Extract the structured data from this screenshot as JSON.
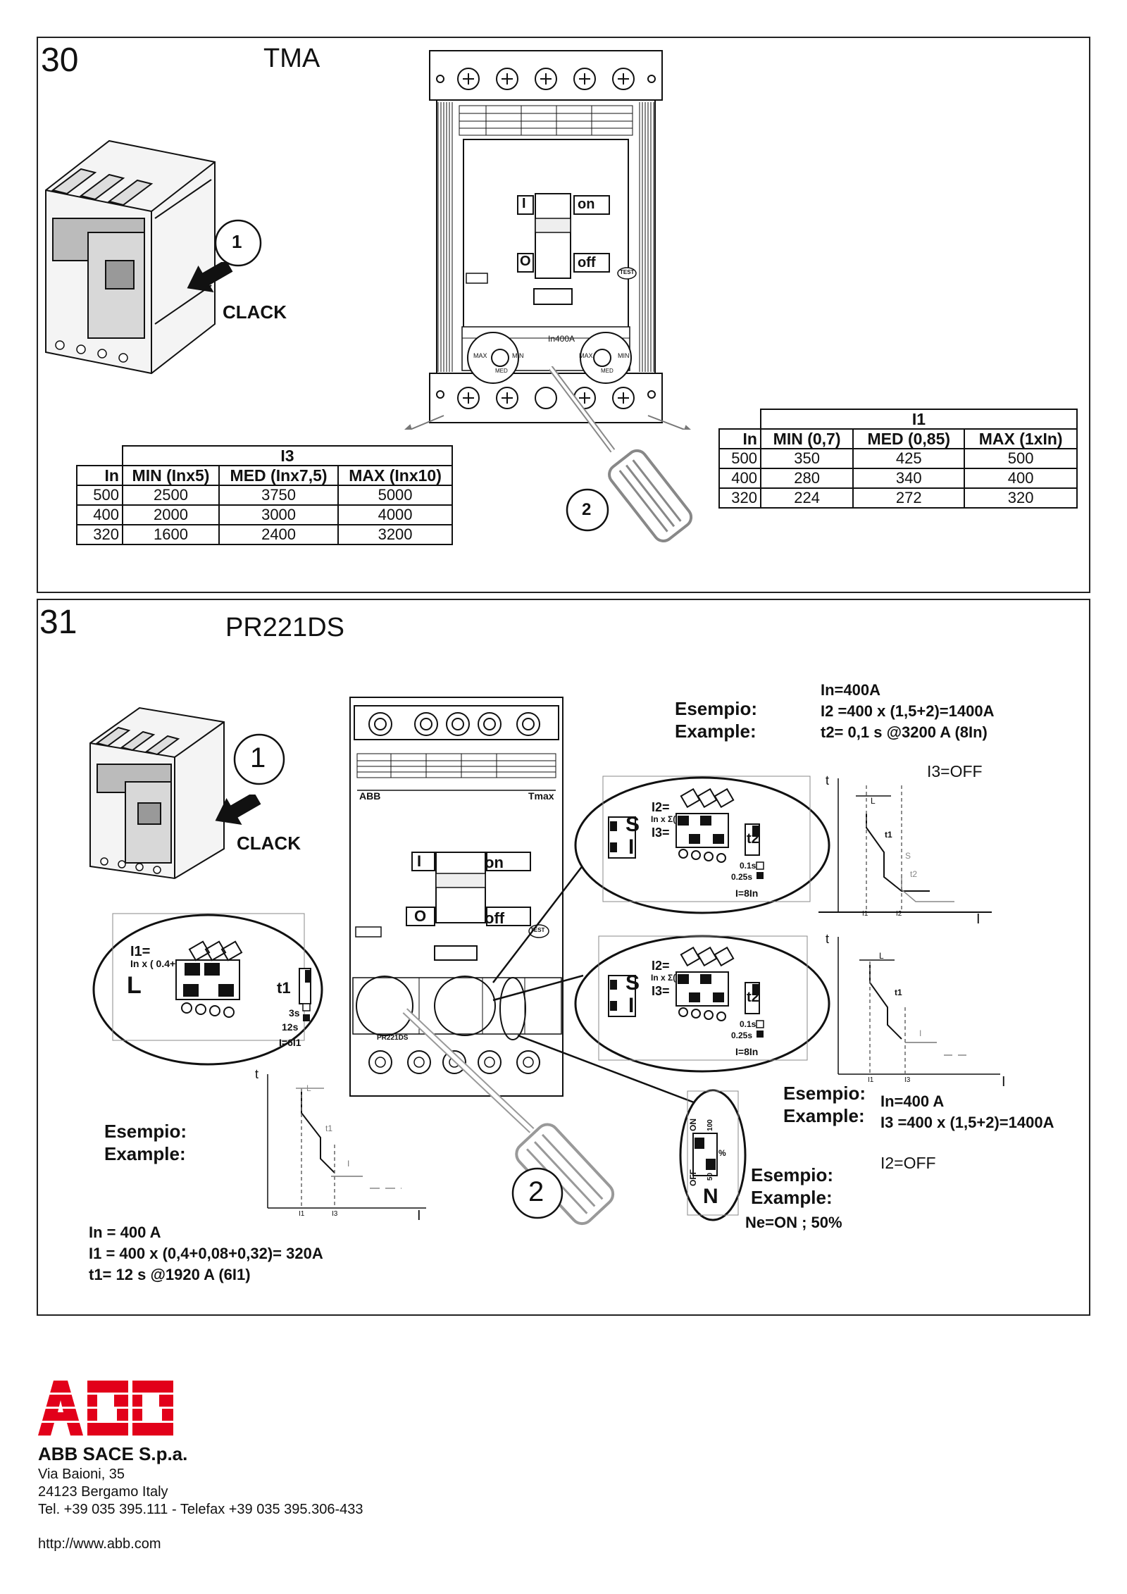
{
  "section30": {
    "number": "30",
    "title": "TMA",
    "step1": "1",
    "step2": "2",
    "clack": "CLACK",
    "device": {
      "on": "on",
      "off": "off",
      "switch_i": "I",
      "switch_o": "O",
      "test": "TEST",
      "in_label": "In400A",
      "dial_max": "MAX",
      "dial_min": "MIN",
      "dial_med": "MED"
    },
    "table_i3": {
      "group": "I3",
      "headers": [
        "In",
        "MIN (Inx5)",
        "MED (Inx7,5)",
        "MAX (Inx10)"
      ],
      "rows": [
        [
          "500",
          "2500",
          "3750",
          "5000"
        ],
        [
          "400",
          "2000",
          "3000",
          "4000"
        ],
        [
          "320",
          "1600",
          "2400",
          "3200"
        ]
      ]
    },
    "table_i1": {
      "group": "I1",
      "headers": [
        "In",
        "MIN (0,7)",
        "MED (0,85)",
        "MAX (1xIn)"
      ],
      "rows": [
        [
          "500",
          "350",
          "425",
          "500"
        ],
        [
          "400",
          "280",
          "340",
          "400"
        ],
        [
          "320",
          "224",
          "272",
          "320"
        ]
      ]
    }
  },
  "section31": {
    "number": "31",
    "title": "PR221DS",
    "step1": "1",
    "step2": "2",
    "clack": "CLACK",
    "device": {
      "brand": "ABB",
      "model": "Tmax",
      "on": "on",
      "off": "off",
      "switch_i": "I",
      "switch_o": "O",
      "test": "TEST",
      "unit": "PR221DS"
    },
    "example_top": {
      "label1": "Esempio:",
      "label2": "Example:",
      "line1": "In=400A",
      "line2": "I2 =400 x (1,5+2)=1400A",
      "line3": "t2= 0,1 s @3200 A (8In)",
      "i3": "I3=OFF"
    },
    "example_mid": {
      "label1": "Esempio:",
      "label2": "Example:",
      "line1": "In=400 A",
      "line2": "I3 =400 x (1,5+2)=1400A",
      "i2": "I2=OFF"
    },
    "example_left": {
      "label1": "Esempio:",
      "label2": "Example:",
      "line1": "In = 400 A",
      "line2": "I1 = 400 x (0,4+0,08+0,32)= 320A",
      "line3": "t1= 12 s  @1920 A (6I1)"
    },
    "example_n": {
      "label1": "Esempio:",
      "label2": "Example:",
      "line1": "Ne=ON ; 50%"
    },
    "dip_L": {
      "title": "I1=",
      "formula": "In x ( 0.4+",
      "letter": "L",
      "t_label": "t1",
      "opt1": "3s",
      "opt2": "12s",
      "opt3": "I=6I1"
    },
    "dip_S": {
      "title1": "I2=",
      "formula": "In x Σ(",
      "title2": "I3=",
      "letter_s": "S",
      "letter_i": "I",
      "t_label": "t2",
      "opt1": "0.1s",
      "opt2": "0.25s",
      "opt3": "I=8In"
    },
    "dip_N": {
      "on": "ON",
      "off": "OFF",
      "v100": "100",
      "v50": "50",
      "pct": "%",
      "letter": "N"
    },
    "curve_top": {
      "t": "t",
      "L": "L",
      "t1": "t1",
      "S": "S",
      "t2": "t2",
      "I1": "I1",
      "I2": "I2",
      "I": "I"
    },
    "curve_mid": {
      "t": "t",
      "L": "L",
      "t1": "t1",
      "I_mark": "I",
      "I1": "I1",
      "I3": "I3",
      "I": "I"
    },
    "curve_left": {
      "t": "t",
      "L": "L",
      "t1": "t1",
      "I_mark": "I",
      "I1": "I1",
      "I3": "I3",
      "I": "I"
    }
  },
  "footer": {
    "logo": "ABB",
    "company": "ABB SACE S.p.a.",
    "address1": "Via Baioni, 35",
    "address2": "24123 Bergamo  Italy",
    "phone": "Tel. +39 035 395.111 - Telefax +39 035 395.306-433",
    "url": "http://www.abb.com"
  },
  "colors": {
    "abb_red": "#e2001a",
    "line": "#111111"
  }
}
